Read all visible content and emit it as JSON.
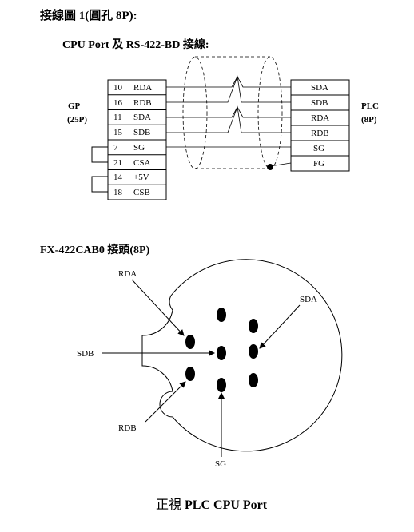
{
  "title": "接線圖 1(圓孔 8P):",
  "subtitle": "CPU Port 及 RS-422-BD  接線:",
  "gp_block": {
    "label": "GP",
    "pins_label": "(25P)",
    "rows": [
      {
        "num": "10",
        "name": "RDA"
      },
      {
        "num": "16",
        "name": "RDB"
      },
      {
        "num": "11",
        "name": "SDA"
      },
      {
        "num": "15",
        "name": "SDB"
      },
      {
        "num": "7",
        "name": "SG"
      },
      {
        "num": "21",
        "name": "CSA"
      },
      {
        "num": "14",
        "name": "+5V"
      },
      {
        "num": "18",
        "name": "CSB"
      }
    ]
  },
  "plc_block": {
    "label": "PLC",
    "pins_label": "(8P)",
    "rows": [
      "SDA",
      "SDB",
      "RDA",
      "RDB",
      "SG",
      "FG"
    ]
  },
  "connector": {
    "title": "FX-422CAB0 接頭(8P)",
    "labels": {
      "rda": "RDA",
      "sda": "SDA",
      "sdb": "SDB",
      "rdb": "RDB",
      "sg": "SG"
    }
  },
  "footer": {
    "prefix": "正視",
    "bold_text": "PLC CPU Port"
  }
}
